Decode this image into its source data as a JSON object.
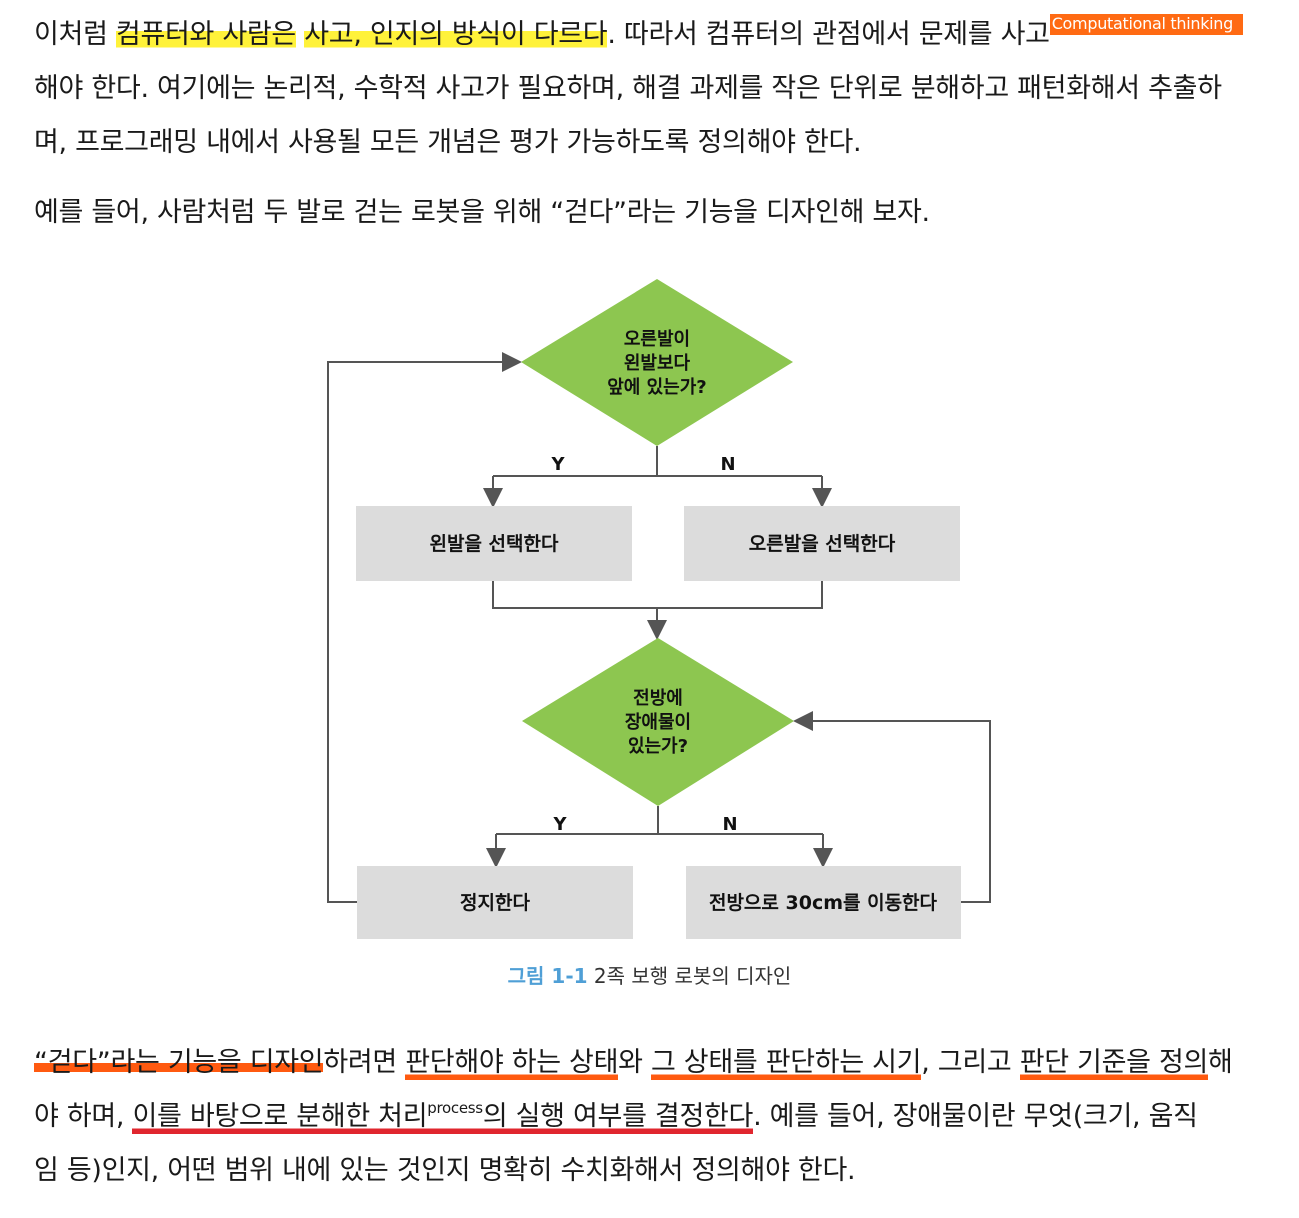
{
  "para1": {
    "l1_a": "이처럼 ",
    "l1_hl1": "컴퓨터와 사람은",
    "l1_sp": " ",
    "l1_hl2": "사고, 인지의 방식이 다르다",
    "l1_b": ". 따라서 컴퓨터의 관점에서 문제를 사고",
    "l1_tag": "Computational thinking",
    "l2": "해야 한다. 여기에는 논리적, 수학적 사고가 필요하며, 해결 과제를 작은 단위로 분해하고 패턴화해서 추출하",
    "l3": "며, 프로그래밍 내에서 사용될 모든 개념은 평가 가능하도록 정의해야 한다."
  },
  "para2": "예를 들어, 사람처럼 두 발로 걷는 로봇을 위해 “걷다”라는 기능을 디자인해 보자.",
  "flowchart": {
    "d1": [
      "오른발이",
      "왼발보다",
      "앞에 있는가?"
    ],
    "d1_yes": "Y",
    "d1_no": "N",
    "box_left": "왼발을 선택한다",
    "box_right": "오른발을 선택한다",
    "d2": [
      "전방에",
      "장애물이",
      "있는가?"
    ],
    "d2_yes": "Y",
    "d2_no": "N",
    "box_stop": "정지한다",
    "box_move": "전방으로 30cm를 이동한다",
    "colors": {
      "diamond": "#8dc650",
      "box": "#dcdcdc",
      "line": "#555555"
    }
  },
  "caption": {
    "num": "그림 1-1",
    "text": " 2족 보행 로봇의 디자인"
  },
  "para3": {
    "l1_u1": "“걷다”라는 기능을 디자인",
    "l1_a": "하려면 ",
    "l1_u2": "판단해야 하는 상태",
    "l1_b": "와 ",
    "l1_u3": "그 상태를 판단하는 시기",
    "l1_c": ", 그리고 ",
    "l1_u4": "판단 기준을 정의",
    "l1_d": "해",
    "l2_a": "야 하며, ",
    "l2_u1": "이를 바탕으로 분해한 처리",
    "l2_sup": "process",
    "l2_u2": "의 실행 여부를 결정한다",
    "l2_b": ". 예를 들어, 장애물이란 무엇(크기, 움직",
    "l3": "임 등)인지, 어떤 범위 내에 있는 것인지 명확히 수치화해서 정의해야 한다."
  }
}
